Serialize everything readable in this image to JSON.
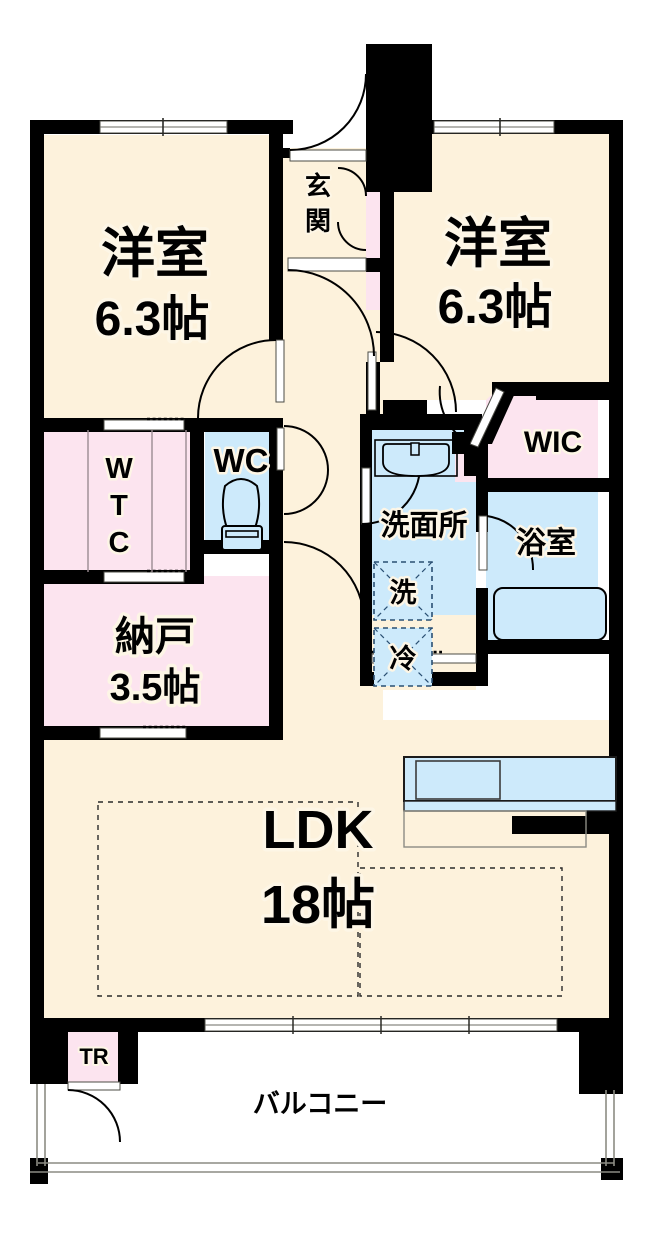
{
  "plan": {
    "type": "floor-plan",
    "title": "間取り図",
    "colors": {
      "wall": "#000000",
      "floor_cream": "#fdf2dc",
      "storage_pink": "#fce4ef",
      "water_blue": "#cdeafb",
      "balcony_white": "#ffffff",
      "outline": "#000000",
      "label_halo": "#fdf6e6",
      "dashed_guide": "#333333"
    },
    "rooms": [
      {
        "id": "bedroom-left",
        "name": "洋室",
        "size": "6.3帖",
        "fill": "floor_cream"
      },
      {
        "id": "bedroom-right",
        "name": "洋室",
        "size": "6.3帖",
        "fill": "floor_cream"
      },
      {
        "id": "entrance",
        "name": "玄関",
        "size": "",
        "fill": "floor_cream"
      },
      {
        "id": "walk-through-closet",
        "name": "WTC",
        "size": "",
        "fill": "storage_pink"
      },
      {
        "id": "toilet",
        "name": "WC",
        "size": "",
        "fill": "water_blue"
      },
      {
        "id": "storeroom",
        "name": "納戸",
        "size": "3.5帖",
        "fill": "storage_pink"
      },
      {
        "id": "washroom",
        "name": "洗面所",
        "size": "",
        "fill": "water_blue"
      },
      {
        "id": "walk-in-closet",
        "name": "WIC",
        "size": "",
        "fill": "storage_pink"
      },
      {
        "id": "bathroom",
        "name": "浴室",
        "size": "",
        "fill": "water_blue"
      },
      {
        "id": "living-dining-kitchen",
        "name": "LDK",
        "size": "18帖",
        "fill": "floor_cream"
      },
      {
        "id": "balcony",
        "name": "バルコニー",
        "size": "",
        "fill": "balcony_white"
      }
    ],
    "appliance_slots": [
      {
        "id": "washing-machine-slot",
        "label": "洗"
      },
      {
        "id": "refrigerator-slot",
        "label": "冷"
      },
      {
        "id": "trunk-room",
        "label": "TR"
      }
    ],
    "fixtures": [
      {
        "id": "toilet-fixture",
        "name": "toilet-icon"
      },
      {
        "id": "washbasin-fixture",
        "name": "washbasin-icon"
      },
      {
        "id": "bathtub-fixture",
        "name": "bathtub-icon"
      },
      {
        "id": "kitchen-counter",
        "name": "kitchen-sink-icon"
      }
    ]
  },
  "labels": {
    "bedroom_left_name": "洋室",
    "bedroom_left_size": "6.3帖",
    "bedroom_right_name": "洋室",
    "bedroom_right_size": "6.3帖",
    "entrance_line1": "玄",
    "entrance_line2": "関",
    "wtc_l1": "W",
    "wtc_l2": "T",
    "wtc_l3": "C",
    "wc": "WC",
    "storeroom_name": "納戸",
    "storeroom_size": "3.5帖",
    "washroom": "洗面所",
    "washer": "洗",
    "fridge": "冷",
    "wic": "WIC",
    "bathroom": "浴室",
    "ldk_name": "LDK",
    "ldk_size": "18帖",
    "balcony": "バルコニー",
    "trunk": "TR"
  }
}
